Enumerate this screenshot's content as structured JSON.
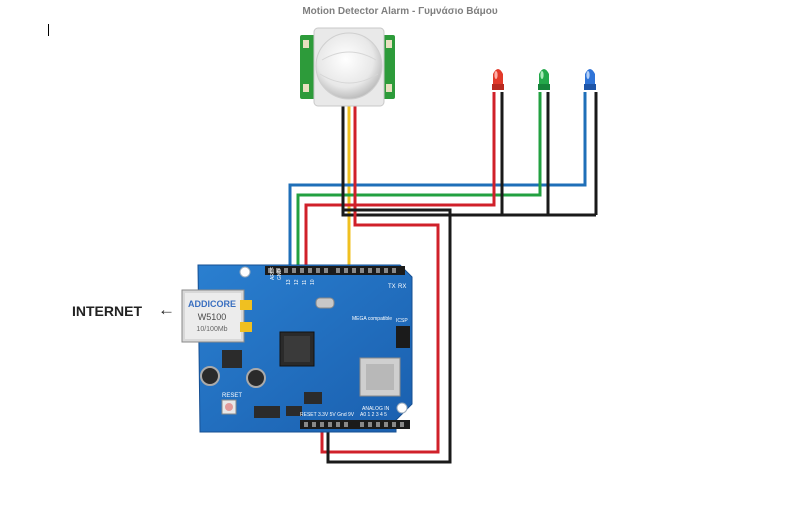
{
  "title": "Motion Detector Alarm - Γυμνάσιο Βάμου",
  "internet_label": "INTERNET",
  "internet_arrow": "←",
  "shield": {
    "module_brand": "ADDICORE",
    "module_chip": "W5100",
    "module_speed": "10/100Mb",
    "reset_label": "RESET",
    "mega_label": "MEGA compatible",
    "aref_label": "AREF",
    "gnd_label": "GND",
    "pin13": "13",
    "pin12": "12",
    "pin11": "11",
    "pin10": "10",
    "tx_label": "TX",
    "rx_label": "RX",
    "power_labels": "RESET 3.3V 5V Gnd 9V",
    "analog_label": "ANALOG IN",
    "a_labels": "A0 1 2 3 4 5",
    "icsp_label": "ICSP"
  },
  "leds": [
    {
      "name": "red-led",
      "color": "#e23a2a"
    },
    {
      "name": "green-led",
      "color": "#23a84a"
    },
    {
      "name": "blue-led",
      "color": "#2f74d8"
    }
  ],
  "wires": {
    "red": "#d0202a",
    "blue": "#1f6fb8",
    "green": "#22a040",
    "black": "#1a1a1a",
    "yellow": "#f0c020"
  }
}
